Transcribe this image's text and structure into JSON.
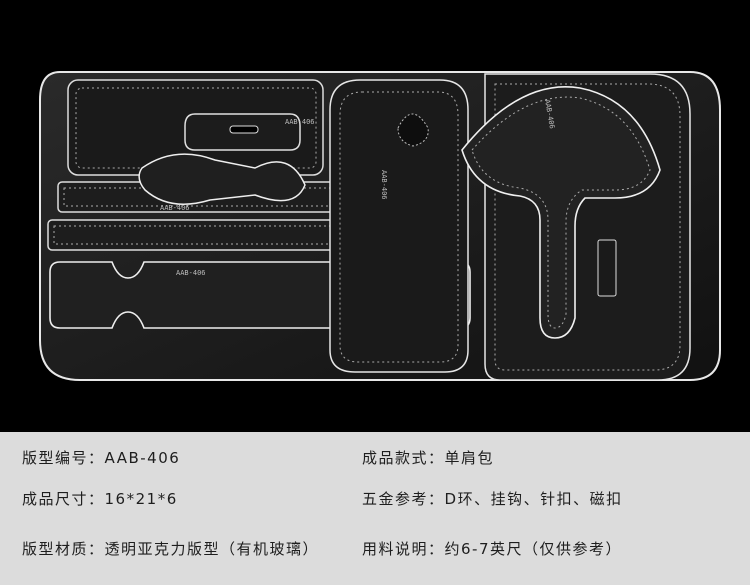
{
  "photo": {
    "description_icon": "acrylic-template-icon",
    "background": "#000000"
  },
  "specs": {
    "model_no": {
      "label": "版型编号：",
      "value": "AAB-406"
    },
    "product_style": {
      "label": "成品款式：",
      "value": "单肩包"
    },
    "size": {
      "label": "成品尺寸：",
      "value": "16*21*6"
    },
    "hardware": {
      "label": "五金参考：",
      "value": "D环、挂钩、针扣、磁扣"
    },
    "material": {
      "label": "版型材质：",
      "value": "透明亚克力版型（有机玻璃）"
    },
    "usage": {
      "label": "用料说明：",
      "value": "约6-7英尺（仅供参考）"
    }
  },
  "template_prints": {
    "p1": "AAB-406",
    "p2": "AAB-406",
    "p3": "AAB-406",
    "p4": "AAB-406",
    "p5": "AAB-406"
  },
  "colors": {
    "panel": "#dcdcdc",
    "text": "#1e1e1e",
    "edge": "#e6e6e6",
    "acrylic": "#1b1b1b"
  }
}
